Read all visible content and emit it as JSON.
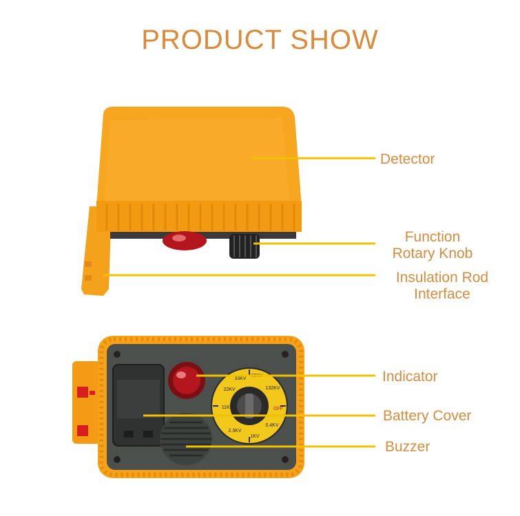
{
  "title": "PRODUCT SHOW",
  "labels": {
    "detector": "Detector",
    "knob_line1": "Function",
    "knob_line2": "Rotary Knob",
    "rod_line1": "Insulation Rod",
    "rod_line2": "Interface",
    "indicator": "Indicator",
    "battery_cover": "Battery Cover",
    "buzzer": "Buzzer"
  },
  "dial_marks": [
    "11KV",
    "22KV",
    "33KV",
    "69KV",
    "132KV",
    "OFF",
    "0.4KV",
    "1KV",
    "2.3KV"
  ],
  "colors": {
    "title": "#d98a3a",
    "label": "#d58c3f",
    "leader_line": "#f2c200",
    "housing": "#f7a21b",
    "panel": "#4a4f4c",
    "dial": "#f2c81a"
  }
}
